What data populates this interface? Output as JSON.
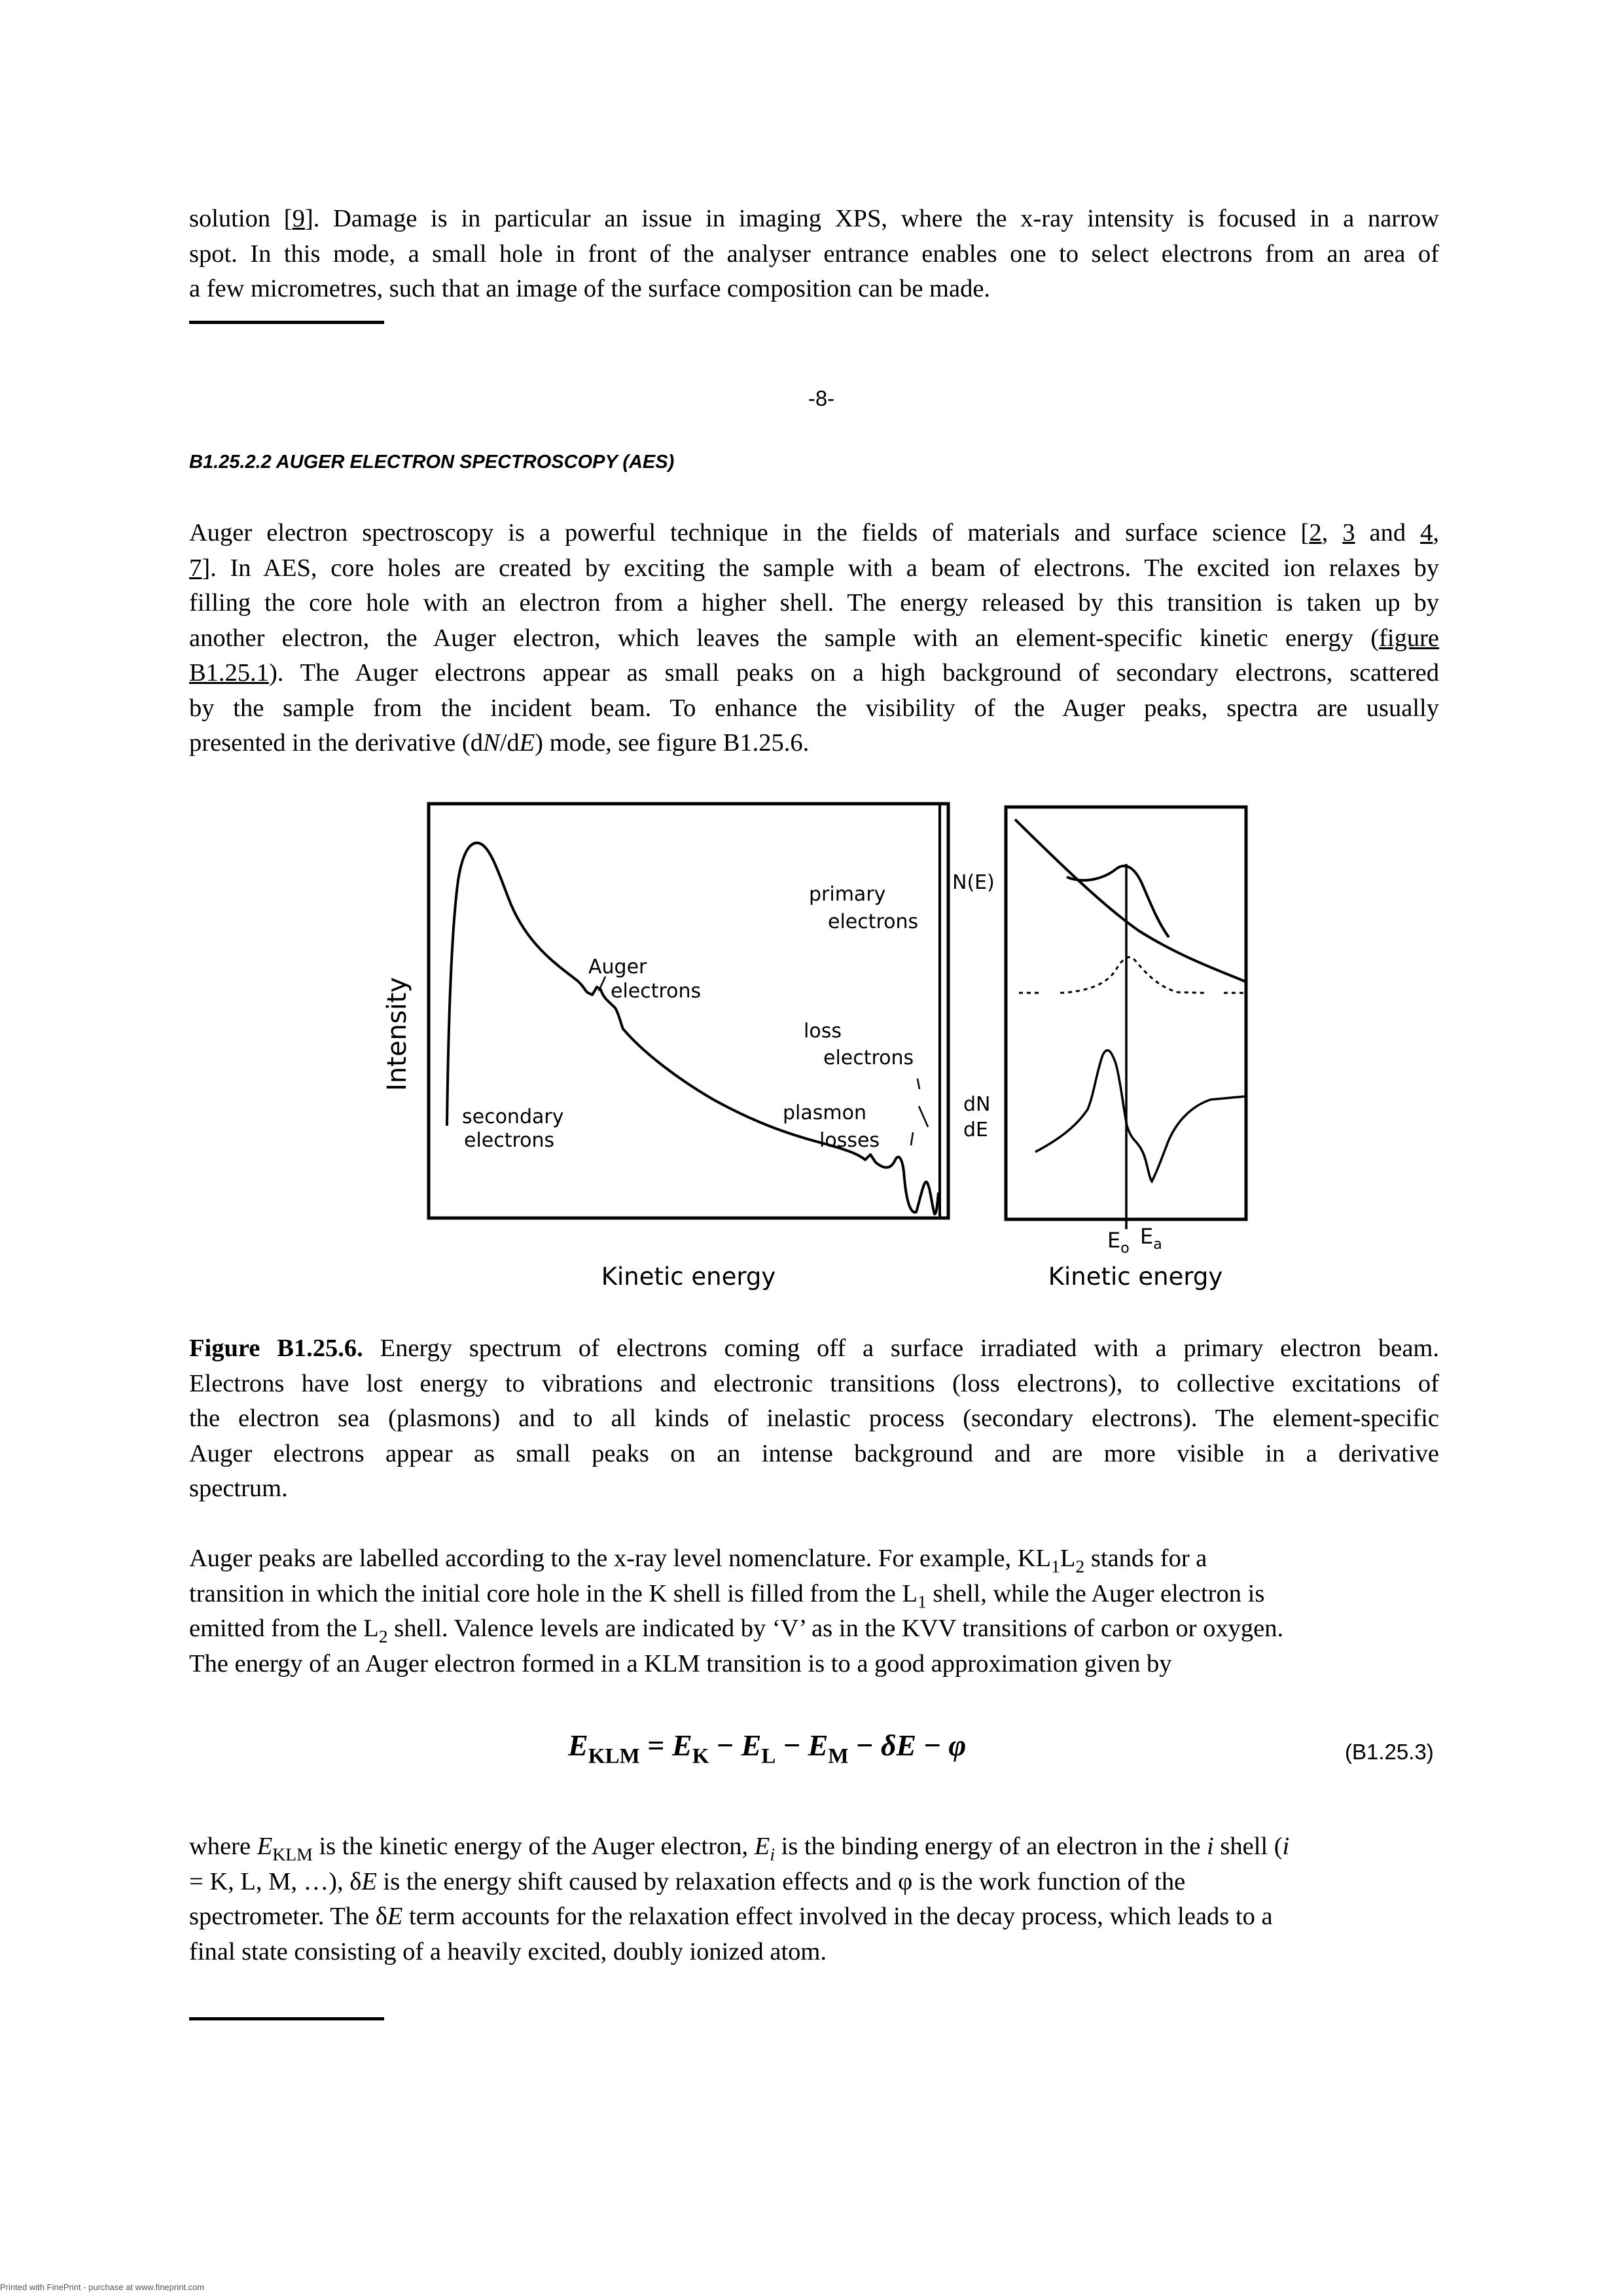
{
  "top_paragraph": {
    "line1": "solution [",
    "line1_ref": "9",
    "line1_rest": "]. Damage is in particular an issue in imaging XPS, where the x-ray intensity is focused in a narrow",
    "line2": "spot. In this mode, a small hole in front of the analyser entrance enables one to select electrons from an area of",
    "line3": "a few micrometres, such that an image of the surface composition can be made."
  },
  "page_number": "-8-",
  "section_heading": "B1.25.2.2 AUGER ELECTRON SPECTROSCOPY (AES)",
  "auger_paragraph": {
    "l1_a": "Auger electron spectroscopy is a powerful technique in the fields of materials and surface science [",
    "l1_r1": "2",
    "l1_sep1": ", ",
    "l1_r2": "3",
    "l1_and": " and ",
    "l1_r3": "4",
    "l1_end": ",",
    "l2_r": "7",
    "l2_rest": "]. In AES, core holes are created by exciting the sample with a beam of electrons. The excited ion relaxes by",
    "l3": "filling the core hole with an electron from a higher shell. The energy released by this transition is taken up by",
    "l4_a": "another electron, the Auger electron, which leaves the sample with an element-specific kinetic energy (",
    "l4_link": "figure",
    "l5_link": "B1.25.1",
    "l5_rest": "). The Auger electrons appear as small peaks on a high background of secondary electrons, scattered",
    "l6": "by the sample from the incident beam. To enhance the visibility of the Auger peaks, spectra are usually",
    "l7_a": "presented in the derivative (d",
    "l7_N": "N",
    "l7_slash": "/d",
    "l7_E": "E",
    "l7_b": ") mode, see figure B1.25.6."
  },
  "figure": {
    "left_panel": {
      "ylabel": "Intensity",
      "xlabel": "Kinetic energy",
      "annotations": {
        "primary": "primary",
        "primary2": "electrons",
        "auger": "Auger",
        "auger2": "electrons",
        "loss": "loss",
        "loss2": "electrons",
        "secondary": "secondary",
        "secondary2": "electrons",
        "plasmon": "plasmon",
        "plasmon2": "losses"
      }
    },
    "right_panel": {
      "top_label": "N(E)",
      "deriv_label_1": "dN",
      "deriv_label_2": "dE",
      "e0_label": "E",
      "e0_sub": "o",
      "ea_label": "E",
      "ea_sub": "a",
      "xlabel": "Kinetic energy"
    }
  },
  "caption": {
    "label": "Figure B1.25.6.",
    "l1": " Energy spectrum of electrons coming off a surface irradiated with a primary electron beam.",
    "l2": "Electrons have lost energy to vibrations and electronic transitions (loss electrons), to collective excitations of",
    "l3": "the electron sea (plasmons) and to all kinds of inelastic process (secondary electrons). The element-specific",
    "l4": "Auger electrons appear as small peaks on an intense background and are more visible in a derivative",
    "l5": "spectrum."
  },
  "nomenclature_paragraph": {
    "l1_a": "Auger peaks are labelled according to the x-ray level nomenclature. For example, KL",
    "l1_s1": "1",
    "l1_b": "L",
    "l1_s2": "2",
    "l1_c": " stands for a",
    "l2_a": "transition in which the initial core hole in the K shell is filled from the L",
    "l2_s": "1",
    "l2_b": " shell, while the Auger electron is",
    "l3_a": "emitted from the L",
    "l3_s": "2",
    "l3_b": " shell. Valence levels are indicated by ‘V’ as in the KVV transitions of carbon or oxygen.",
    "l4": "The energy of an Auger electron formed in a KLM transition is to a good approximation given by"
  },
  "equation": {
    "E": "E",
    "klm": "KLM",
    "eq": " = ",
    "k": "K",
    "minus": " − ",
    "l": "L",
    "m": "M",
    "delta": "δE",
    "phi": "φ",
    "number": "(B1.25.3)"
  },
  "where_paragraph": {
    "l1_a": "where ",
    "l1_E": "E",
    "l1_sub": "KLM",
    "l1_b": " is the kinetic energy of the Auger electron, ",
    "l1_Ei": "E",
    "l1_isub": "i",
    "l1_c": " is the binding energy of an electron in the ",
    "l1_i": "i",
    "l1_d": " shell (",
    "l1_i2": "i",
    "l2_a": "= K, L, M, …), δ",
    "l2_E": "E",
    "l2_b": " is the energy shift caused by relaxation effects and φ is the work function of the",
    "l3_a": "spectrometer. The δ",
    "l3_E": "E",
    "l3_b": " term accounts for the relaxation effect involved in the decay process, which leads to a",
    "l4": "final state consisting of a heavily excited, doubly ionized atom."
  },
  "footer": "Printed with FinePrint - purchase at www.fineprint.com"
}
